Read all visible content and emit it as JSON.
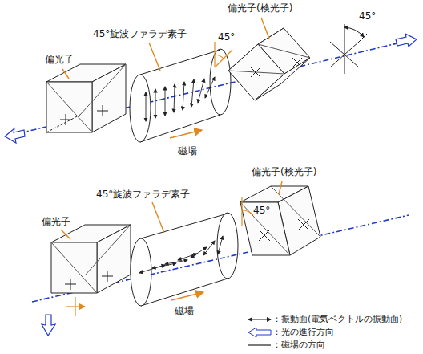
{
  "diagram": {
    "labels": [
      "偏光子(検光子)",
      "45°",
      "45°旋波ファラデ素子",
      "45°",
      "偏光子",
      "磁場",
      "偏光子(検光子)",
      "45°旋波ファラデ素子",
      "45°",
      "偏光子",
      "磁場"
    ],
    "legend": [
      {
        "text": "：振動面(電気ベクトルの振動面)"
      },
      {
        "text": "：光の進行方向"
      },
      {
        "text": "：磁場の方向"
      }
    ]
  }
}
